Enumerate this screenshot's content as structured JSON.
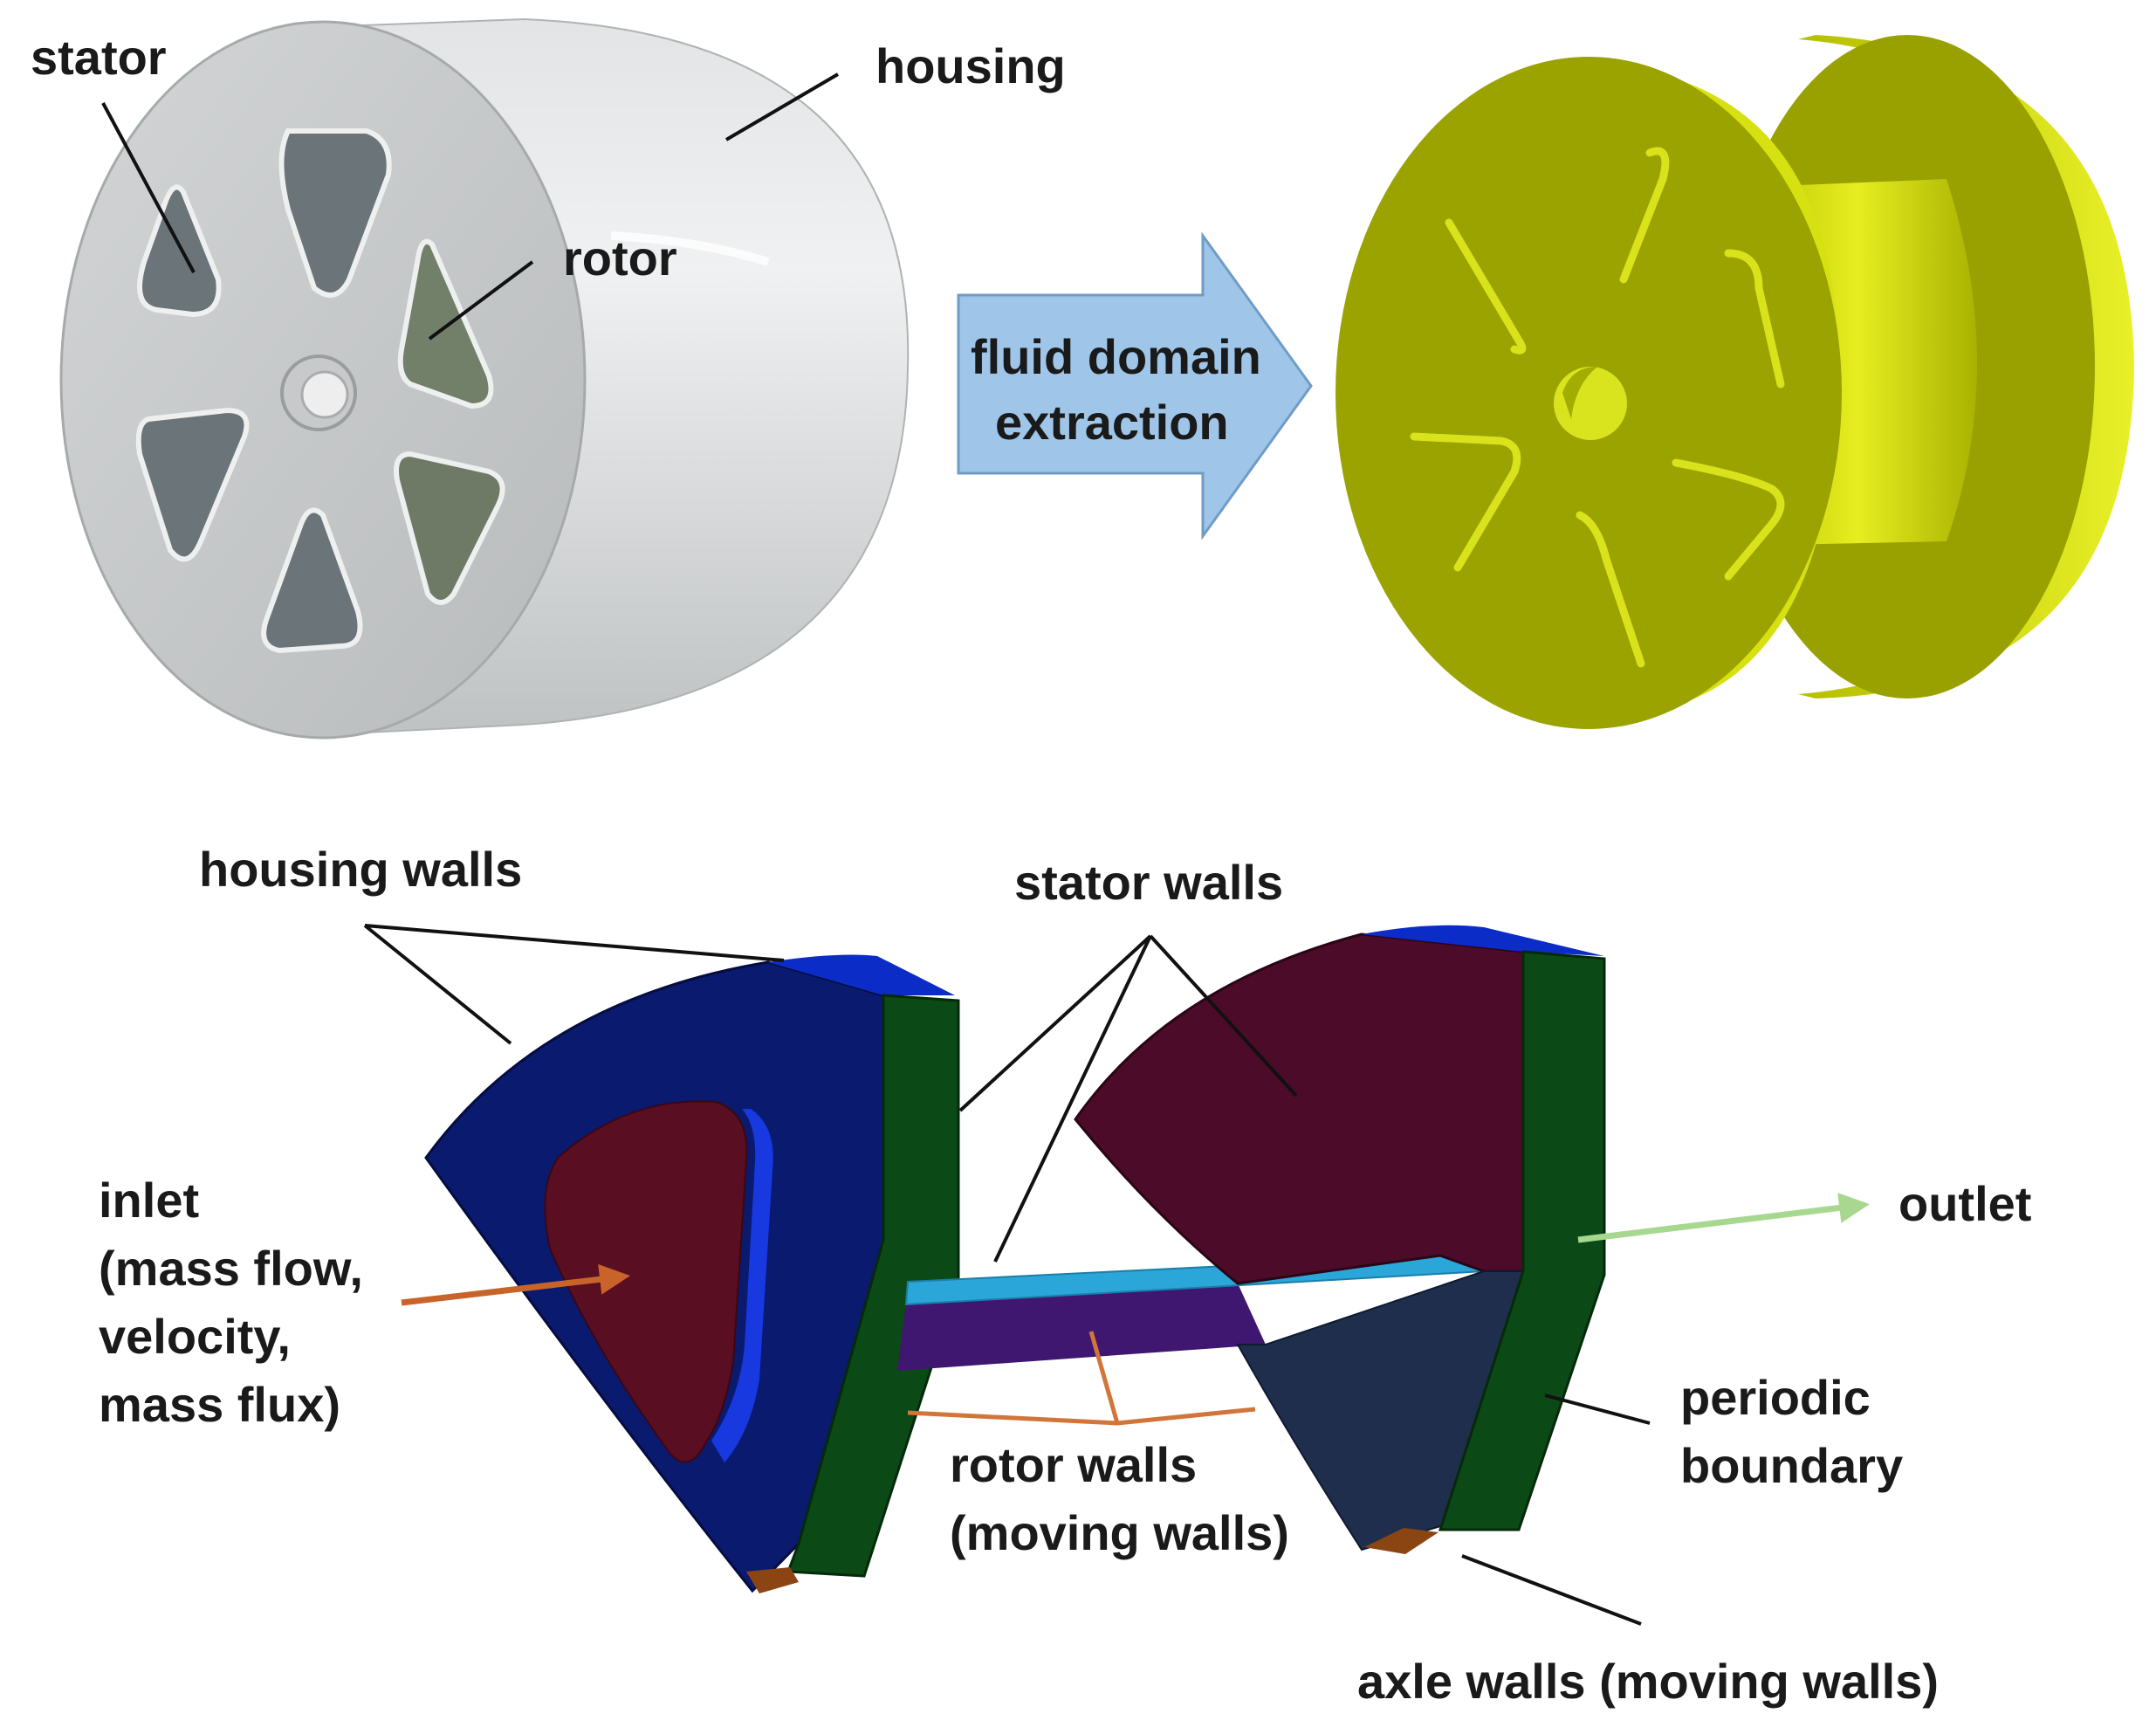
{
  "labels": {
    "stator": "stator",
    "housing": "housing",
    "rotor": "rotor",
    "extraction_line1": "fluid domain",
    "extraction_line2": "extraction",
    "housing_walls": "housing walls",
    "stator_walls": "stator walls",
    "inlet_line1": "inlet",
    "inlet_line2": "(mass flow,",
    "inlet_line3": "velocity,",
    "inlet_line4": "mass flux)",
    "outlet": "outlet",
    "periodic_line1": "periodic",
    "periodic_line2": "boundary",
    "rotor_walls_line1": "rotor walls",
    "rotor_walls_line2": "(moving walls)",
    "axle_walls": "axle walls (moving walls)"
  },
  "colors": {
    "housing_gray": "#c9cbcc",
    "fluid_yellow": "#9ea600",
    "arrow_blue": "#9fc5e8",
    "inlet_blue": "#0a1a6e",
    "periodic_green": "#0b4a16",
    "stator_maroon": "#4d0b2a",
    "rotor_cyan": "#2aa6d9",
    "axle_brown": "#8b4513",
    "outlet_green": "#a8d890",
    "inlet_orange": "#c8642a"
  }
}
